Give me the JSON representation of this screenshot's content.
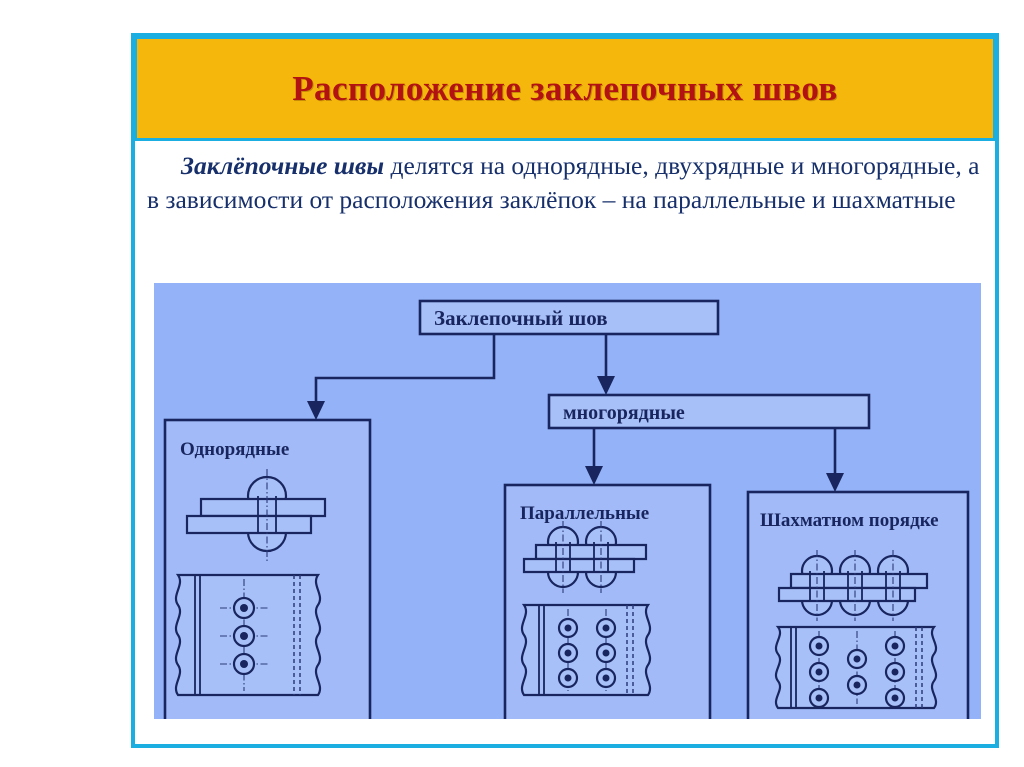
{
  "slide": {
    "title": "Расположение заклепочных швов",
    "body": {
      "lead": "Заклёпочные швы",
      "rest": " делятся на однорядные, двухрядные и многорядные, а в зависимости от расположения заклёпок – на параллельные и шахматные"
    }
  },
  "colors": {
    "frame_border": "#1aafe0",
    "title_background": "#f5b70c",
    "title_text": "#b31212",
    "body_text": "#17306b",
    "diagram_background": "#93b2f7",
    "diagram_ink": "#18255e",
    "diagram_fill": "#a8c0f8"
  },
  "diagram": {
    "root": {
      "label": "Заклепочный шов"
    },
    "branches": [
      {
        "label": "многорядные"
      }
    ],
    "leaves": [
      {
        "label": "Однорядные",
        "rows": 3,
        "columns": 1,
        "pattern": "single-row"
      },
      {
        "label": "Параллельные",
        "rows": 3,
        "columns": 2,
        "pattern": "parallel"
      },
      {
        "label": "Шахматном порядке",
        "rows": 3,
        "columns": 3,
        "pattern": "staggered"
      }
    ]
  }
}
